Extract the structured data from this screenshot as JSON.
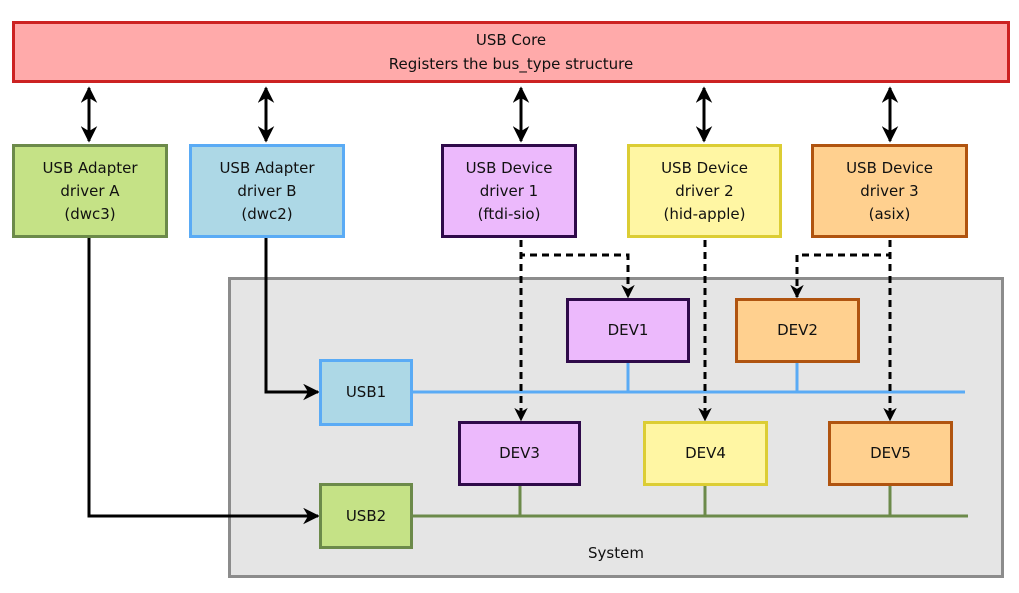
{
  "core": {
    "title": "USB Core",
    "subtitle": "Registers the bus_type structure",
    "colors": {
      "fill": "#ffaaaa",
      "border": "#cc2222"
    }
  },
  "drivers": [
    {
      "id": "adapter-a",
      "lines": [
        "USB Adapter",
        "driver A",
        "(dwc3)"
      ],
      "color": "green"
    },
    {
      "id": "adapter-b",
      "lines": [
        "USB Adapter",
        "driver B",
        "(dwc2)"
      ],
      "color": "blue"
    },
    {
      "id": "device-1",
      "lines": [
        "USB Device",
        "driver 1",
        "(ftdi-sio)"
      ],
      "color": "purple"
    },
    {
      "id": "device-2",
      "lines": [
        "USB Device",
        "driver 2",
        "(hid-apple)"
      ],
      "color": "yellow"
    },
    {
      "id": "device-3",
      "lines": [
        "USB Device",
        "driver 3",
        "(asix)"
      ],
      "color": "orange"
    }
  ],
  "system": {
    "label": "System",
    "buses": [
      {
        "id": "usb1",
        "label": "USB1",
        "color": "blue",
        "line_color": "#5aabf5",
        "driver": "adapter-b",
        "devices": [
          "DEV1",
          "DEV2"
        ]
      },
      {
        "id": "usb2",
        "label": "USB2",
        "color": "green",
        "line_color": "#6c8a4a",
        "driver": "adapter-a",
        "devices": [
          "DEV3",
          "DEV4",
          "DEV5"
        ]
      }
    ],
    "devices": [
      {
        "id": "dev1",
        "label": "DEV1",
        "color": "purple",
        "bus": "usb1",
        "bound_driver": "device-1"
      },
      {
        "id": "dev2",
        "label": "DEV2",
        "color": "orange",
        "bus": "usb1",
        "bound_driver": "device-3"
      },
      {
        "id": "dev3",
        "label": "DEV3",
        "color": "purple",
        "bus": "usb2",
        "bound_driver": "device-1"
      },
      {
        "id": "dev4",
        "label": "DEV4",
        "color": "yellow",
        "bus": "usb2",
        "bound_driver": "device-2"
      },
      {
        "id": "dev5",
        "label": "DEV5",
        "color": "orange",
        "bus": "usb2",
        "bound_driver": "device-3"
      }
    ]
  },
  "connections": {
    "core_to_driver": "bidirectional-arrow",
    "adapter_to_bus": "solid-arrow",
    "driver_to_device": "dashed-arrow"
  }
}
